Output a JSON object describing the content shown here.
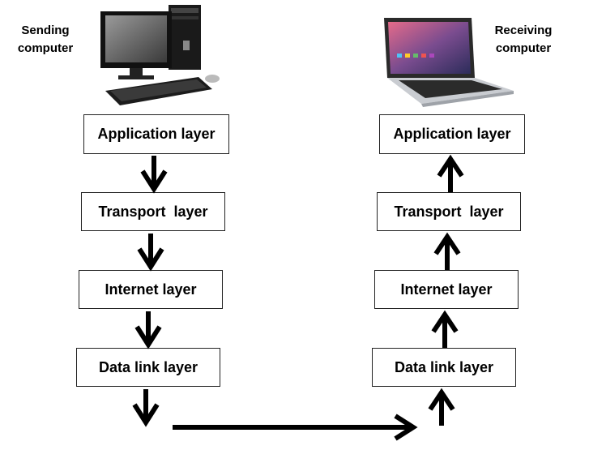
{
  "sender": {
    "caption_line1": "Sending",
    "caption_line2": "computer",
    "layers": [
      "Application layer",
      "Transport  layer",
      "Internet layer",
      "Data link layer"
    ]
  },
  "receiver": {
    "caption_line1": "Receiving",
    "caption_line2": "computer",
    "layers": [
      "Application layer",
      "Transport  layer",
      "Internet layer",
      "Data link layer"
    ]
  },
  "icons": {
    "sender": "desktop-computer-icon",
    "receiver": "laptop-computer-icon"
  }
}
